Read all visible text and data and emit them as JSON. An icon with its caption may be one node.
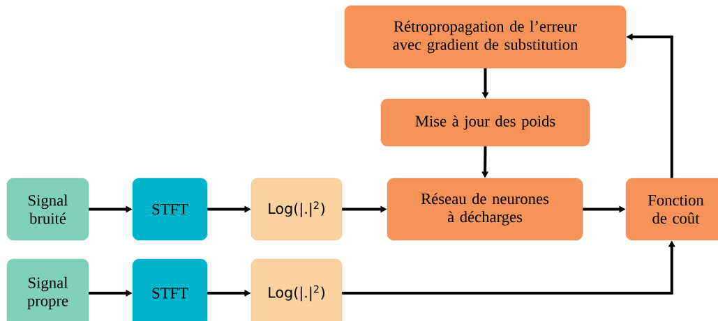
{
  "diagram": {
    "nodes": [
      {
        "text": [
          "Signal bruité"
        ]
      },
      {
        "text": [
          "STFT"
        ]
      },
      {
        "text": [
          "Log(|.|$^{2}$)"
        ]
      },
      {
        "text": [
          "Réseau de neurones à décharges"
        ]
      },
      {
        "text": [
          "Fonction de coût"
        ]
      },
      {
        "text": [
          "Rétropropagation de l’erreur avec gradient de substitution"
        ]
      },
      {
        "text": [
          "Mise à jour des poids"
        ]
      },
      {
        "text": [
          "Signal propre"
        ]
      },
      {
        "text": [
          "STFT"
        ]
      },
      {
        "text": [
          "Log(|.|$^{2}$)"
        ]
      }
    ],
    "edges": [
      {
        "from": 0,
        "to": 1,
        "arrow": "to"
      },
      {
        "from": 1,
        "to": 2,
        "arrow": "to"
      },
      {
        "from": 2,
        "to": 3,
        "arrow": "to"
      },
      {
        "from": 3,
        "to": 4,
        "arrow": "to"
      },
      {
        "from": 4,
        "to": 5,
        "arrow": "to"
      },
      {
        "from": 5,
        "to": 6,
        "arrow": "to"
      },
      {
        "from": 6,
        "to": 3,
        "arrow": "to"
      },
      {
        "from": 7,
        "to": 8,
        "arrow": "to"
      },
      {
        "from": 8,
        "to": 9,
        "arrow": "to"
      },
      {
        "from": 9,
        "to": 4,
        "arrow": "to"
      }
    ]
  }
}
